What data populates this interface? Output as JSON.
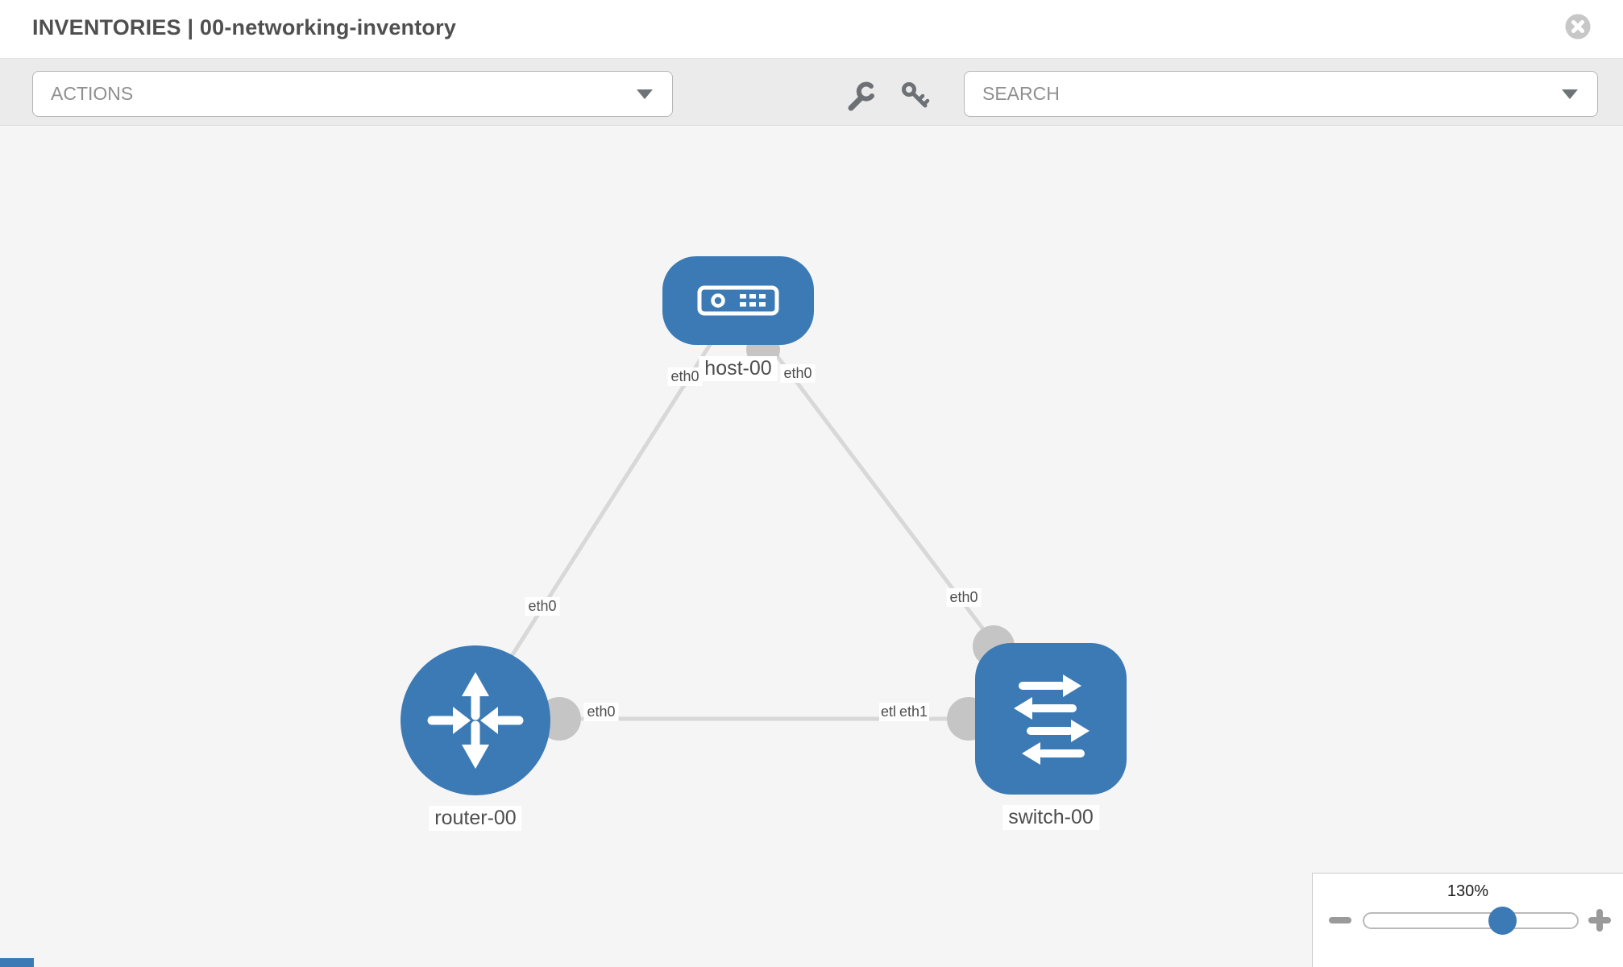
{
  "window": {
    "title": "INVENTORIES | 00-networking-inventory",
    "close_icon": "close-circle"
  },
  "toolbar": {
    "actions_dropdown": {
      "placeholder": "ACTIONS",
      "caret_icon": "chevron-down"
    },
    "search_dropdown": {
      "placeholder": "SEARCH",
      "caret_icon": "chevron-down"
    },
    "wrench_icon": "wrench",
    "key_icon": "key"
  },
  "graph": {
    "nodes": [
      {
        "id": "host-00",
        "type": "host",
        "label": "host-00",
        "icon": "server",
        "shape": "rounded-rect"
      },
      {
        "id": "router-00",
        "type": "router",
        "label": "router-00",
        "icon": "router-arrows",
        "shape": "circle"
      },
      {
        "id": "switch-00",
        "type": "switch",
        "label": "switch-00",
        "icon": "switch-arrows",
        "shape": "rounded-square"
      }
    ],
    "edges": [
      {
        "from": "router-00",
        "to": "host-00",
        "from_label": "eth0",
        "to_label": "eth0"
      },
      {
        "from": "switch-00",
        "to": "host-00",
        "from_label": "eth0",
        "to_label": "eth0"
      },
      {
        "from": "router-00",
        "to": "switch-00",
        "from_label": "eth0",
        "to_label": "eth1",
        "partial_occluded_label": "etl"
      }
    ]
  },
  "zoom_control": {
    "level": "130%",
    "zoom_out_icon": "minus",
    "zoom_in_icon": "plus"
  },
  "colors": {
    "node_blue": "#3b7ab5",
    "edge_gray": "#d8d8d8",
    "connector_gray": "#c5c5c5",
    "toolbar_bg": "#ebebeb",
    "canvas_bg": "#f5f5f5"
  }
}
